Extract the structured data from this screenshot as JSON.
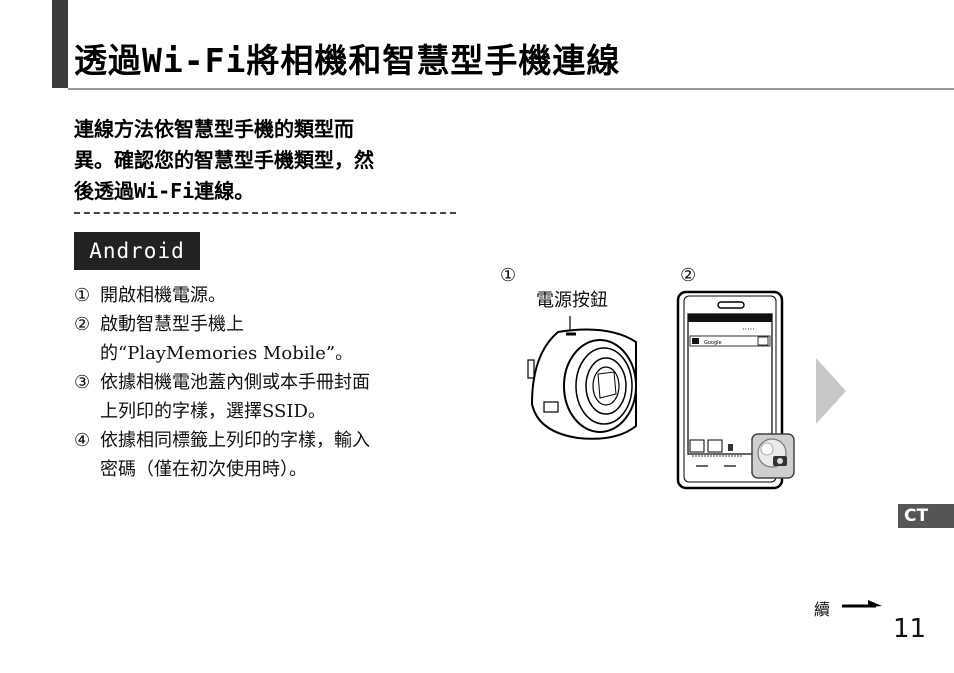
{
  "header": {
    "title": "透過Wi-Fi將相機和智慧型手機連線"
  },
  "intro": {
    "lines": [
      "連線方法依智慧型手機的類型而",
      "異。確認您的智慧型手機類型，然",
      "後透過Wi-Fi連線。"
    ]
  },
  "section": {
    "badge": "Android"
  },
  "steps": [
    {
      "num": "①",
      "lines": [
        "開啟相機電源。"
      ]
    },
    {
      "num": "②",
      "lines": [
        "啟動智慧型手機上",
        "的“PlayMemories Mobile”。"
      ]
    },
    {
      "num": "③",
      "lines": [
        "依據相機電池蓋內側或本手冊封面",
        "上列印的字樣，選擇SSID。"
      ]
    },
    {
      "num": "④",
      "lines": [
        "依據相同標籤上列印的字樣，輸入",
        "密碼（僅在初次使用時）。"
      ]
    }
  ],
  "illustration": {
    "callout_1": "①",
    "callout_2": "②",
    "power_label": "電源按鈕",
    "search_text": "Google"
  },
  "footer": {
    "language_tab": "CT",
    "continued": "續",
    "page_number": "11"
  }
}
